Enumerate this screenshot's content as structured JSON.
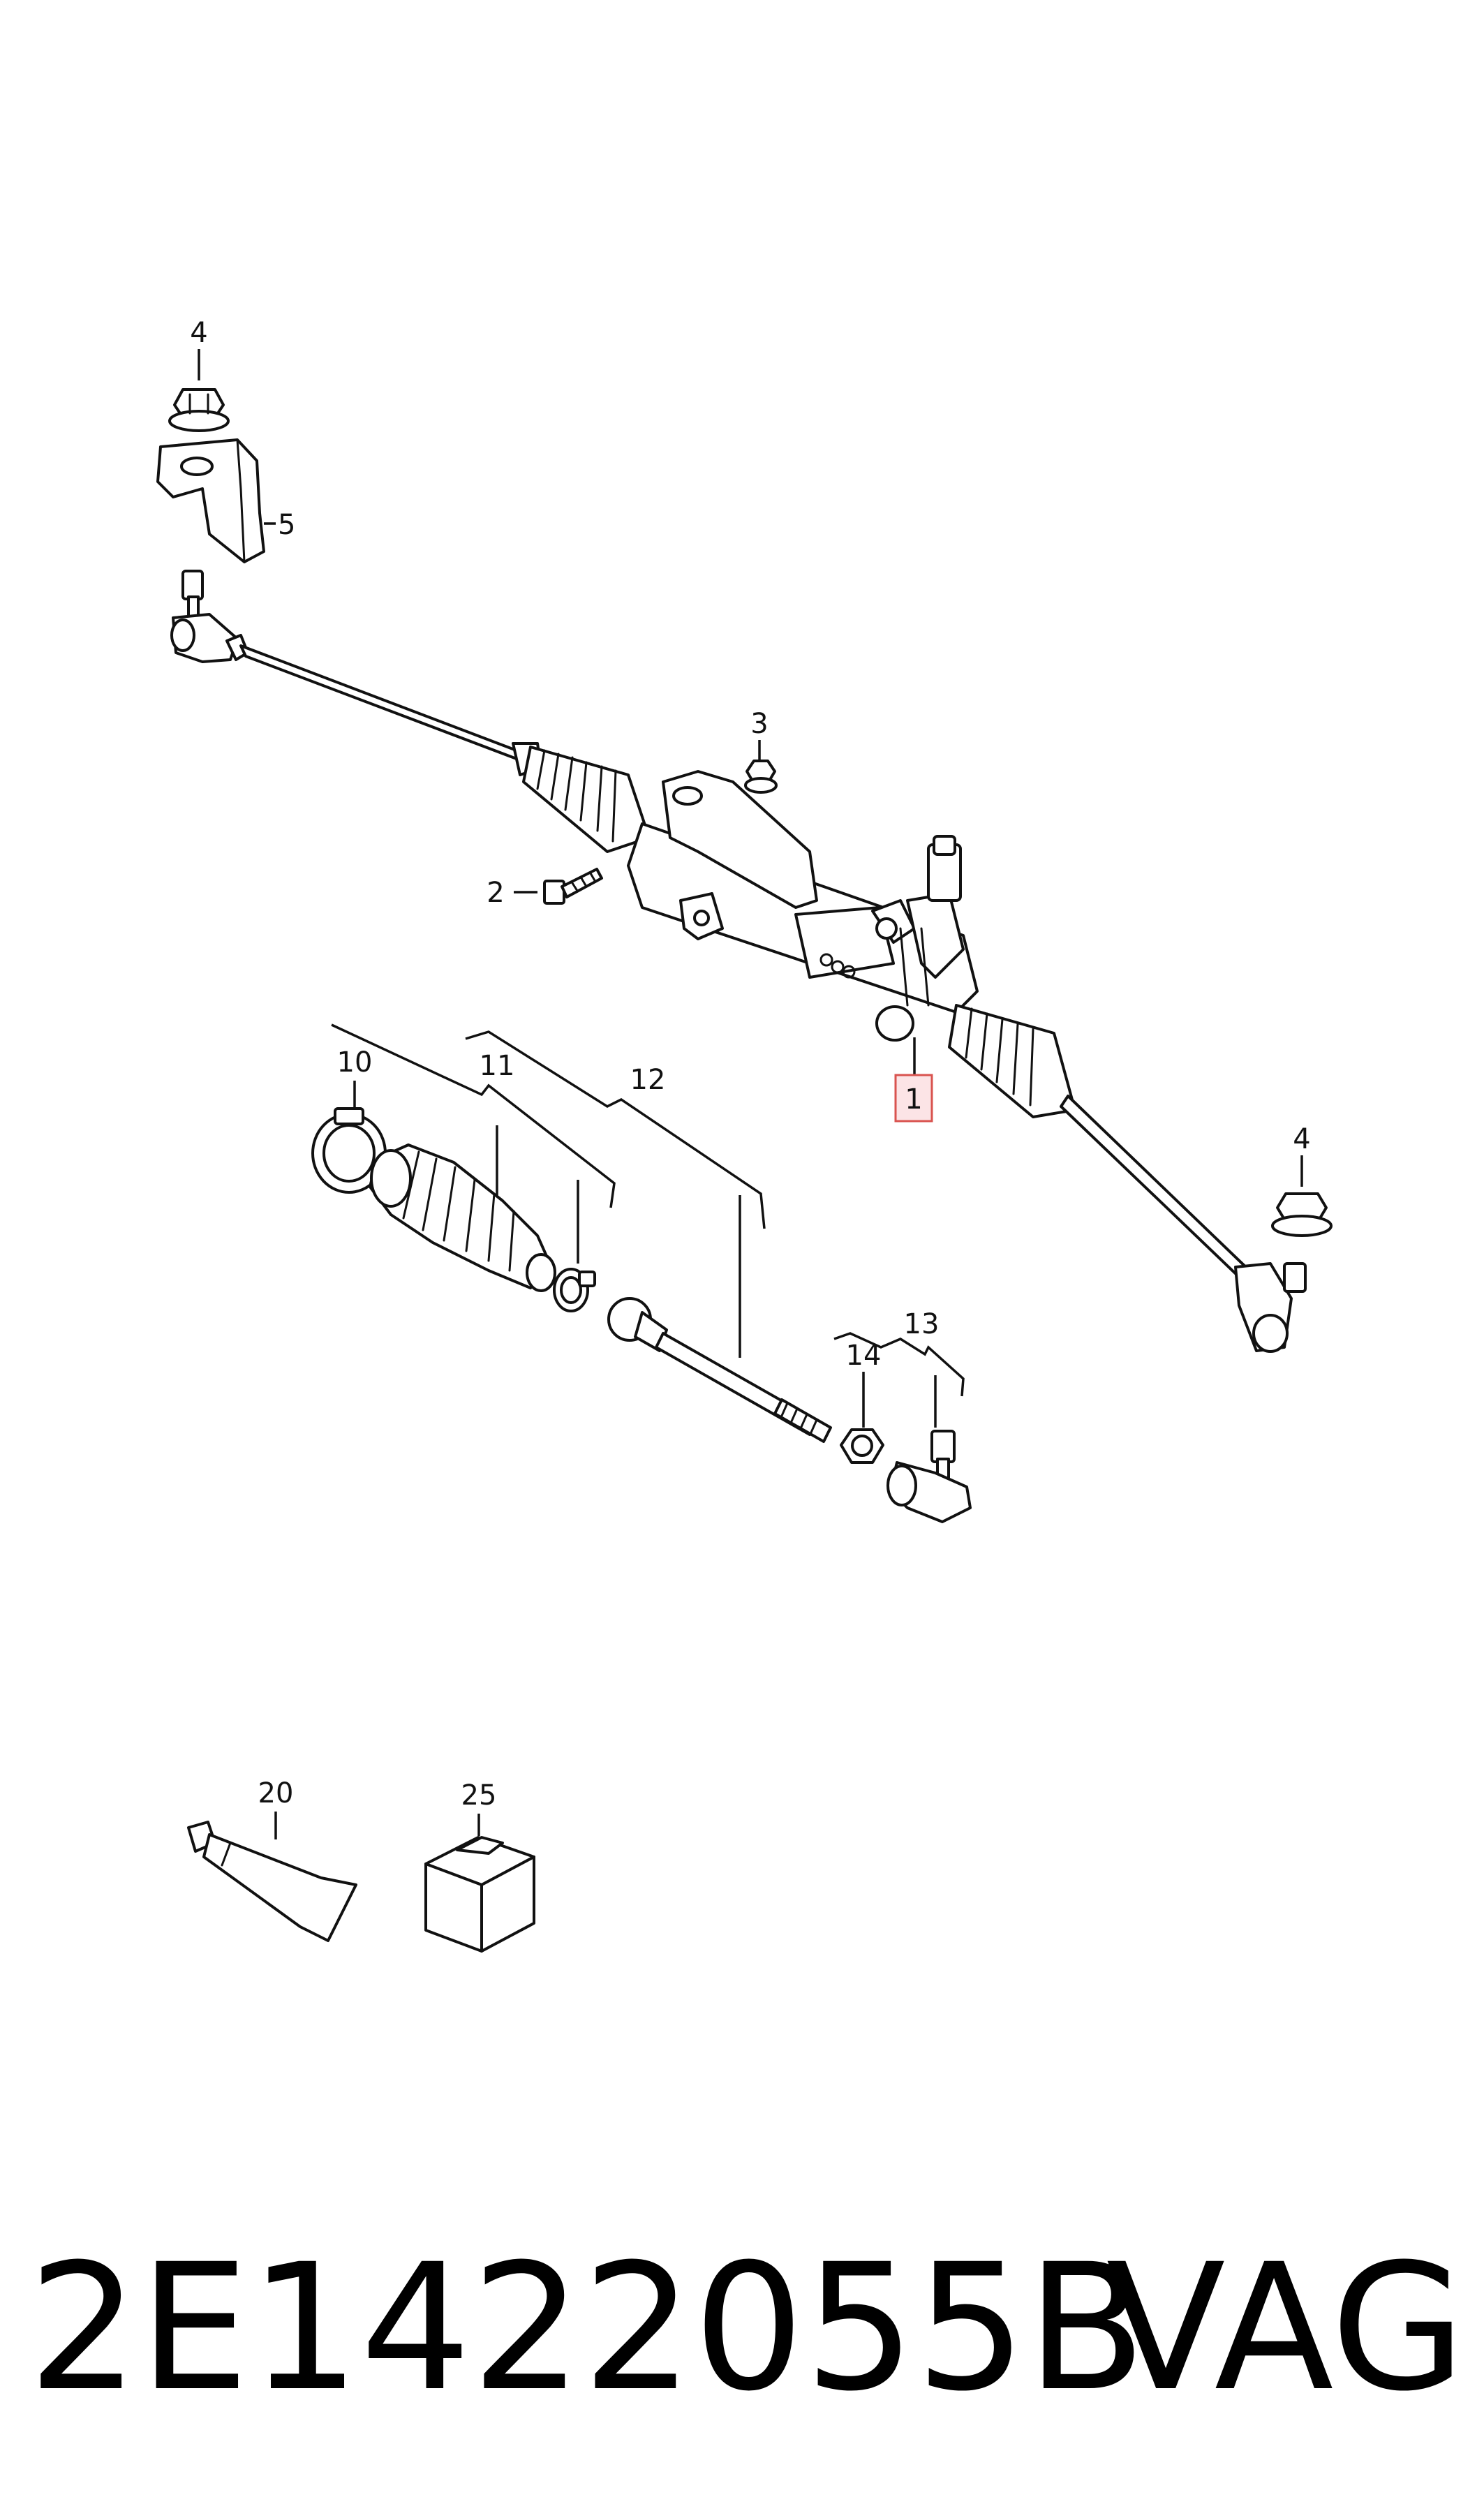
{
  "callouts": {
    "c1": "1",
    "c2": "2",
    "c3": "3",
    "c4a": "4",
    "c4b": "4",
    "c5": "5",
    "c10": "10",
    "c11": "11",
    "c12": "12",
    "c13": "13",
    "c14": "14",
    "c20": "20",
    "c25": "25"
  },
  "highlight_color": "#d9534f",
  "footer": {
    "part_number": "2E1422055B",
    "brand": "VAG"
  }
}
